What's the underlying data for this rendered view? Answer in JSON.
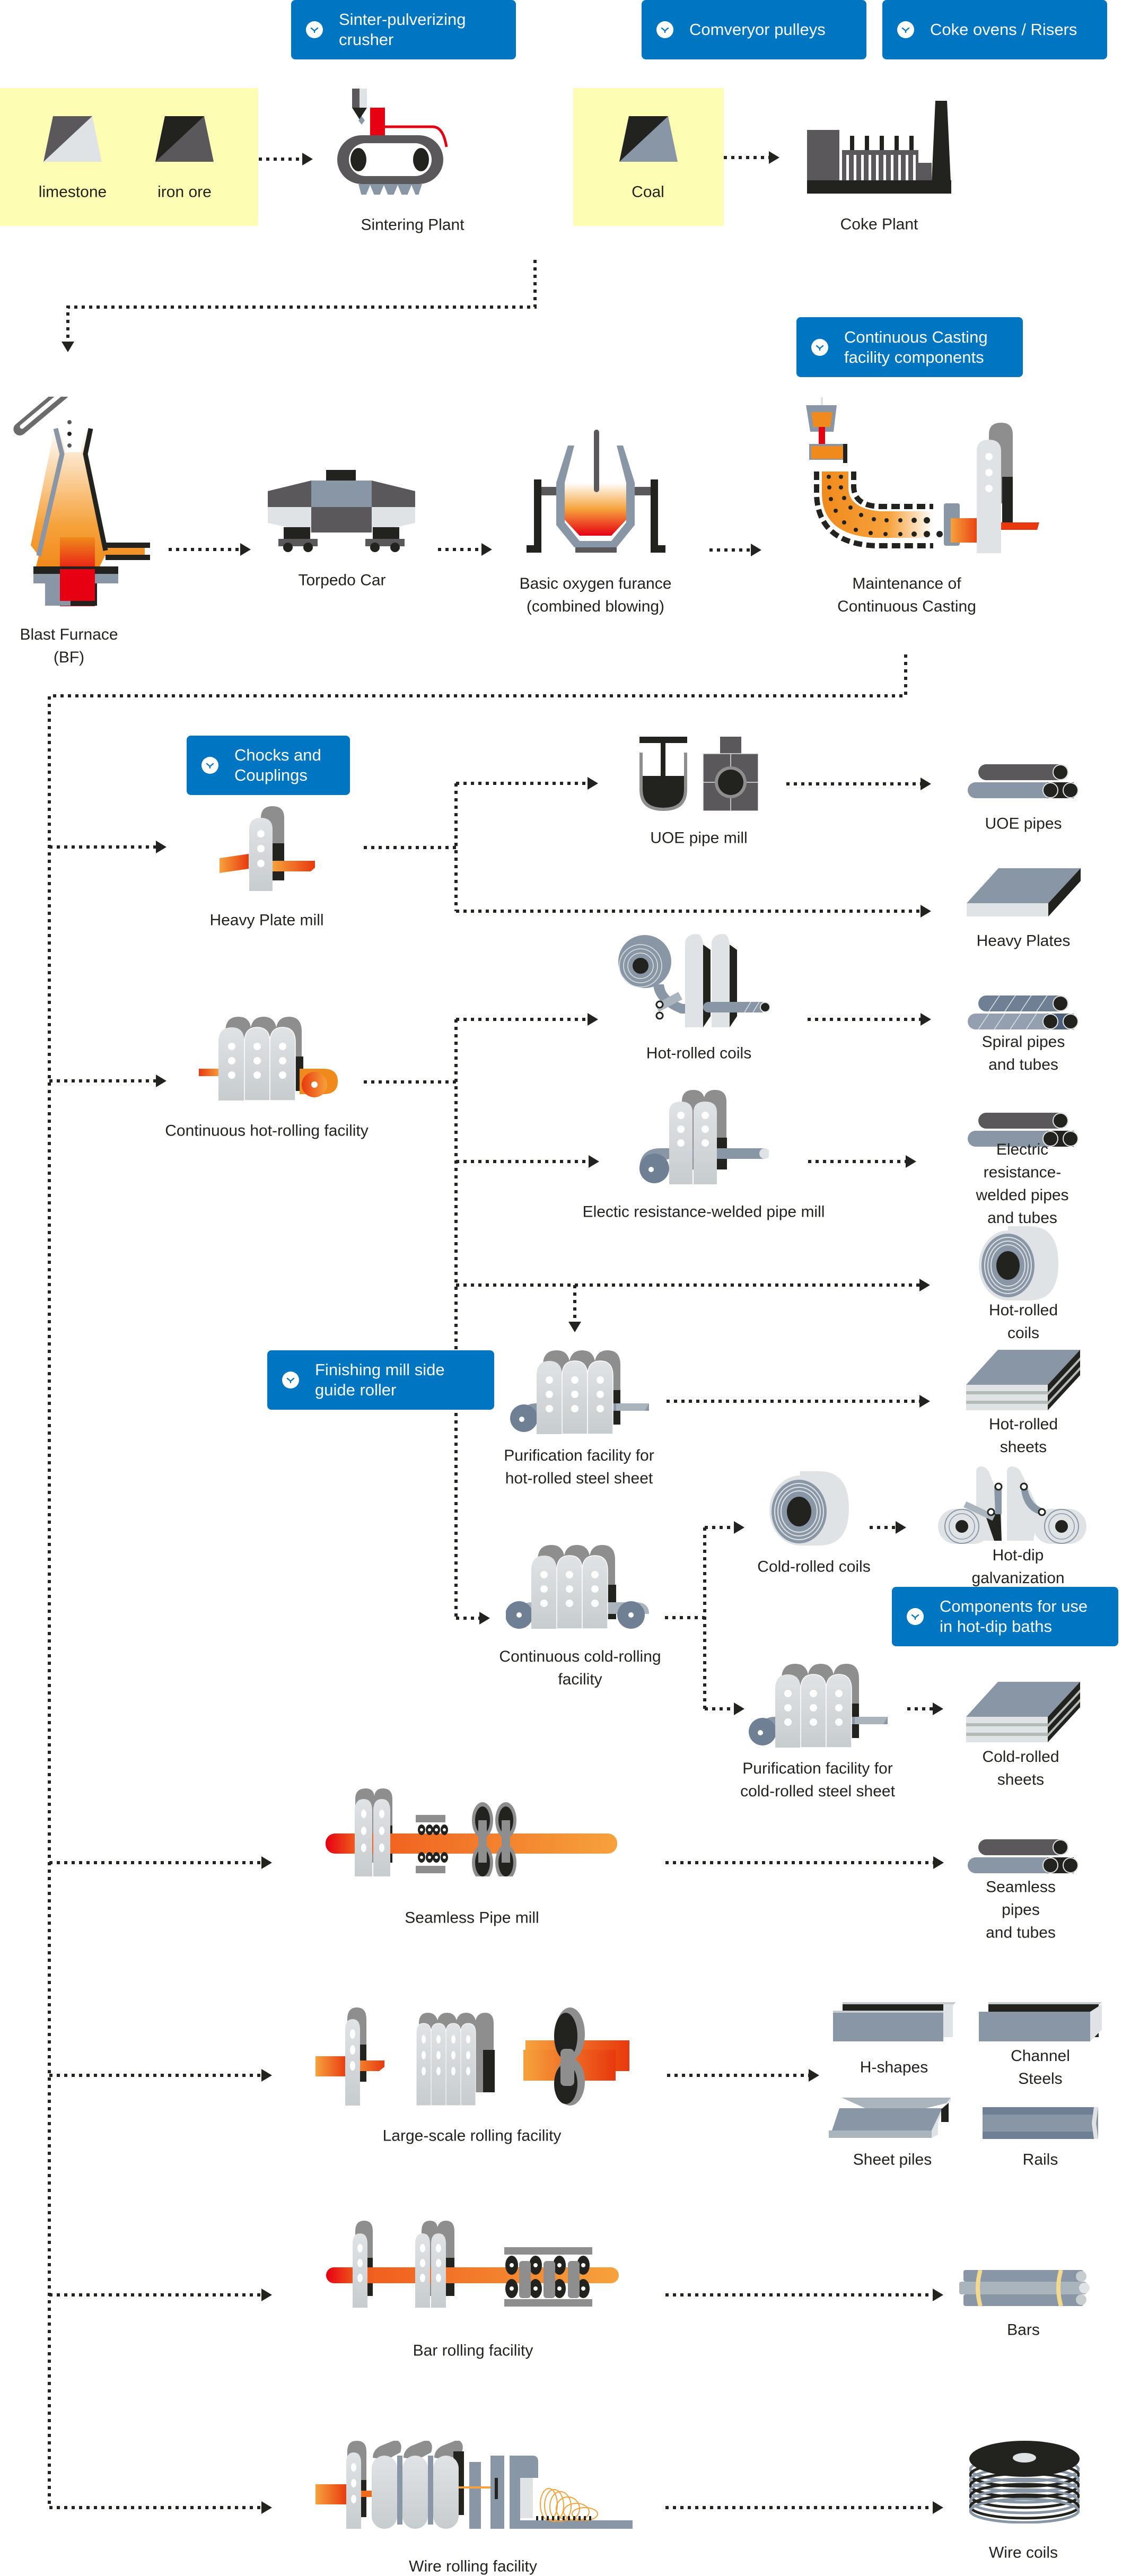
{
  "title": "Steel manufacturing process flow",
  "colors": {
    "badge": "#0075c2",
    "raw_material_bg": "#fdfdb3",
    "connector": "#22221e",
    "molten": "#f08a1c",
    "hot": "#e60012",
    "steel_grey": "#8896a6"
  },
  "badges": {
    "sinter": "Sinter-pulverizing\ncrusher",
    "conveyor": "Comveryor pulleys",
    "coke": "Coke ovens / Risers",
    "casting": "Continuous Casting\nfacility components",
    "chocks": "Chocks and\nCouplings",
    "finishing": "Finishing mill side\nguide roller",
    "hotdip": "Components for use\nin hot-dip baths"
  },
  "badge_icon": "chevron-down-icon",
  "raw_materials": {
    "limestone": "limestone",
    "iron_ore": "iron ore",
    "coal": "Coal"
  },
  "plants": {
    "sintering": "Sintering Plant",
    "coke": "Coke Plant",
    "blast_furnace": "Blast Furnace\n(BF)",
    "torpedo": "Torpedo Car",
    "bof": "Basic oxygen furance\n(combined blowing)",
    "casting": "Maintenance of\nContinuous Casting"
  },
  "facilities": {
    "heavy_plate": "Heavy Plate mill",
    "uoe_mill": "UOE pipe mill",
    "hot_rolling": "Continuous hot-rolling facility",
    "hot_coils_mill": "Hot-rolled coils",
    "erw_mill": "Electic resistance-welded pipe mill",
    "purif_hot": "Purification facility for\nhot-rolled steel sheet",
    "cold_rolling": "Continuous cold-rolling\nfacility",
    "purif_cold": "Purification facility for\ncold-rolled steel sheet",
    "seamless": "Seamless Pipe mill",
    "large_scale": "Large-scale rolling facility",
    "bar": "Bar rolling facility",
    "wire": "Wire rolling facility"
  },
  "products": {
    "uoe_pipes": "UOE pipes",
    "heavy_plates": "Heavy Plates",
    "spiral": "Spiral pipes and tubes",
    "erw": "Electric resistance-\nwelded pipes and tubes",
    "hot_coils": "Hot-rolled coils",
    "hot_sheets": "Hot-rolled sheets",
    "cold_coils": "Cold-rolled coils",
    "galvanization": "Hot-dip galvanization",
    "cold_sheets": "Cold-rolled sheets",
    "seamless_pipes": "Seamless pipes\nand tubes",
    "h_shapes": "H-shapes",
    "channel": "Channel Steels",
    "sheet_piles": "Sheet piles",
    "rails": "Rails",
    "bars": "Bars",
    "wire_coils": "Wire coils"
  }
}
